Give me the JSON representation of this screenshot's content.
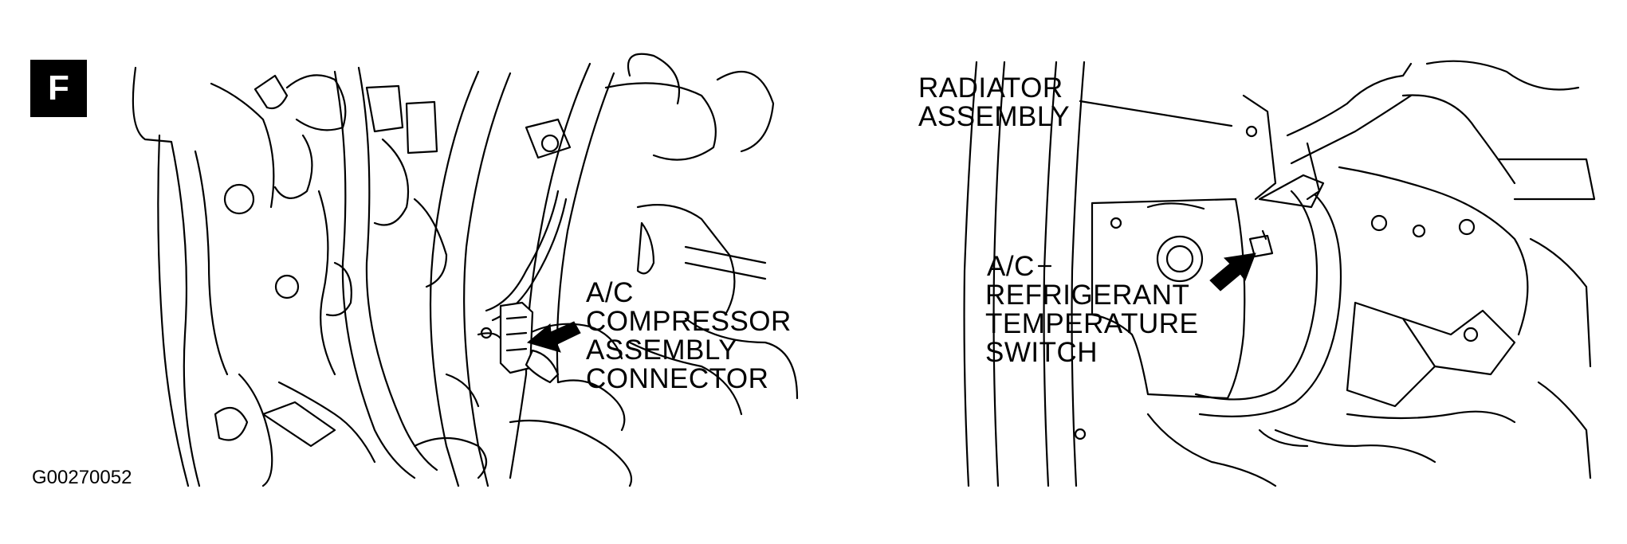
{
  "figure": {
    "badge": "F",
    "code": "G00270052"
  },
  "left_view": {
    "callout": [
      "A/C",
      "COMPRESSOR",
      "ASSEMBLY",
      "CONNECTOR"
    ]
  },
  "right_view": {
    "callout_top": [
      "RADIATOR",
      "ASSEMBLY"
    ],
    "callout_bottom": [
      "A/C",
      "REFRIGERANT",
      "TEMPERATURE",
      "SWITCH"
    ]
  },
  "colors": {
    "ink": "#000000",
    "paper": "#ffffff"
  },
  "icons": [
    "arrow-pointer-icon"
  ]
}
